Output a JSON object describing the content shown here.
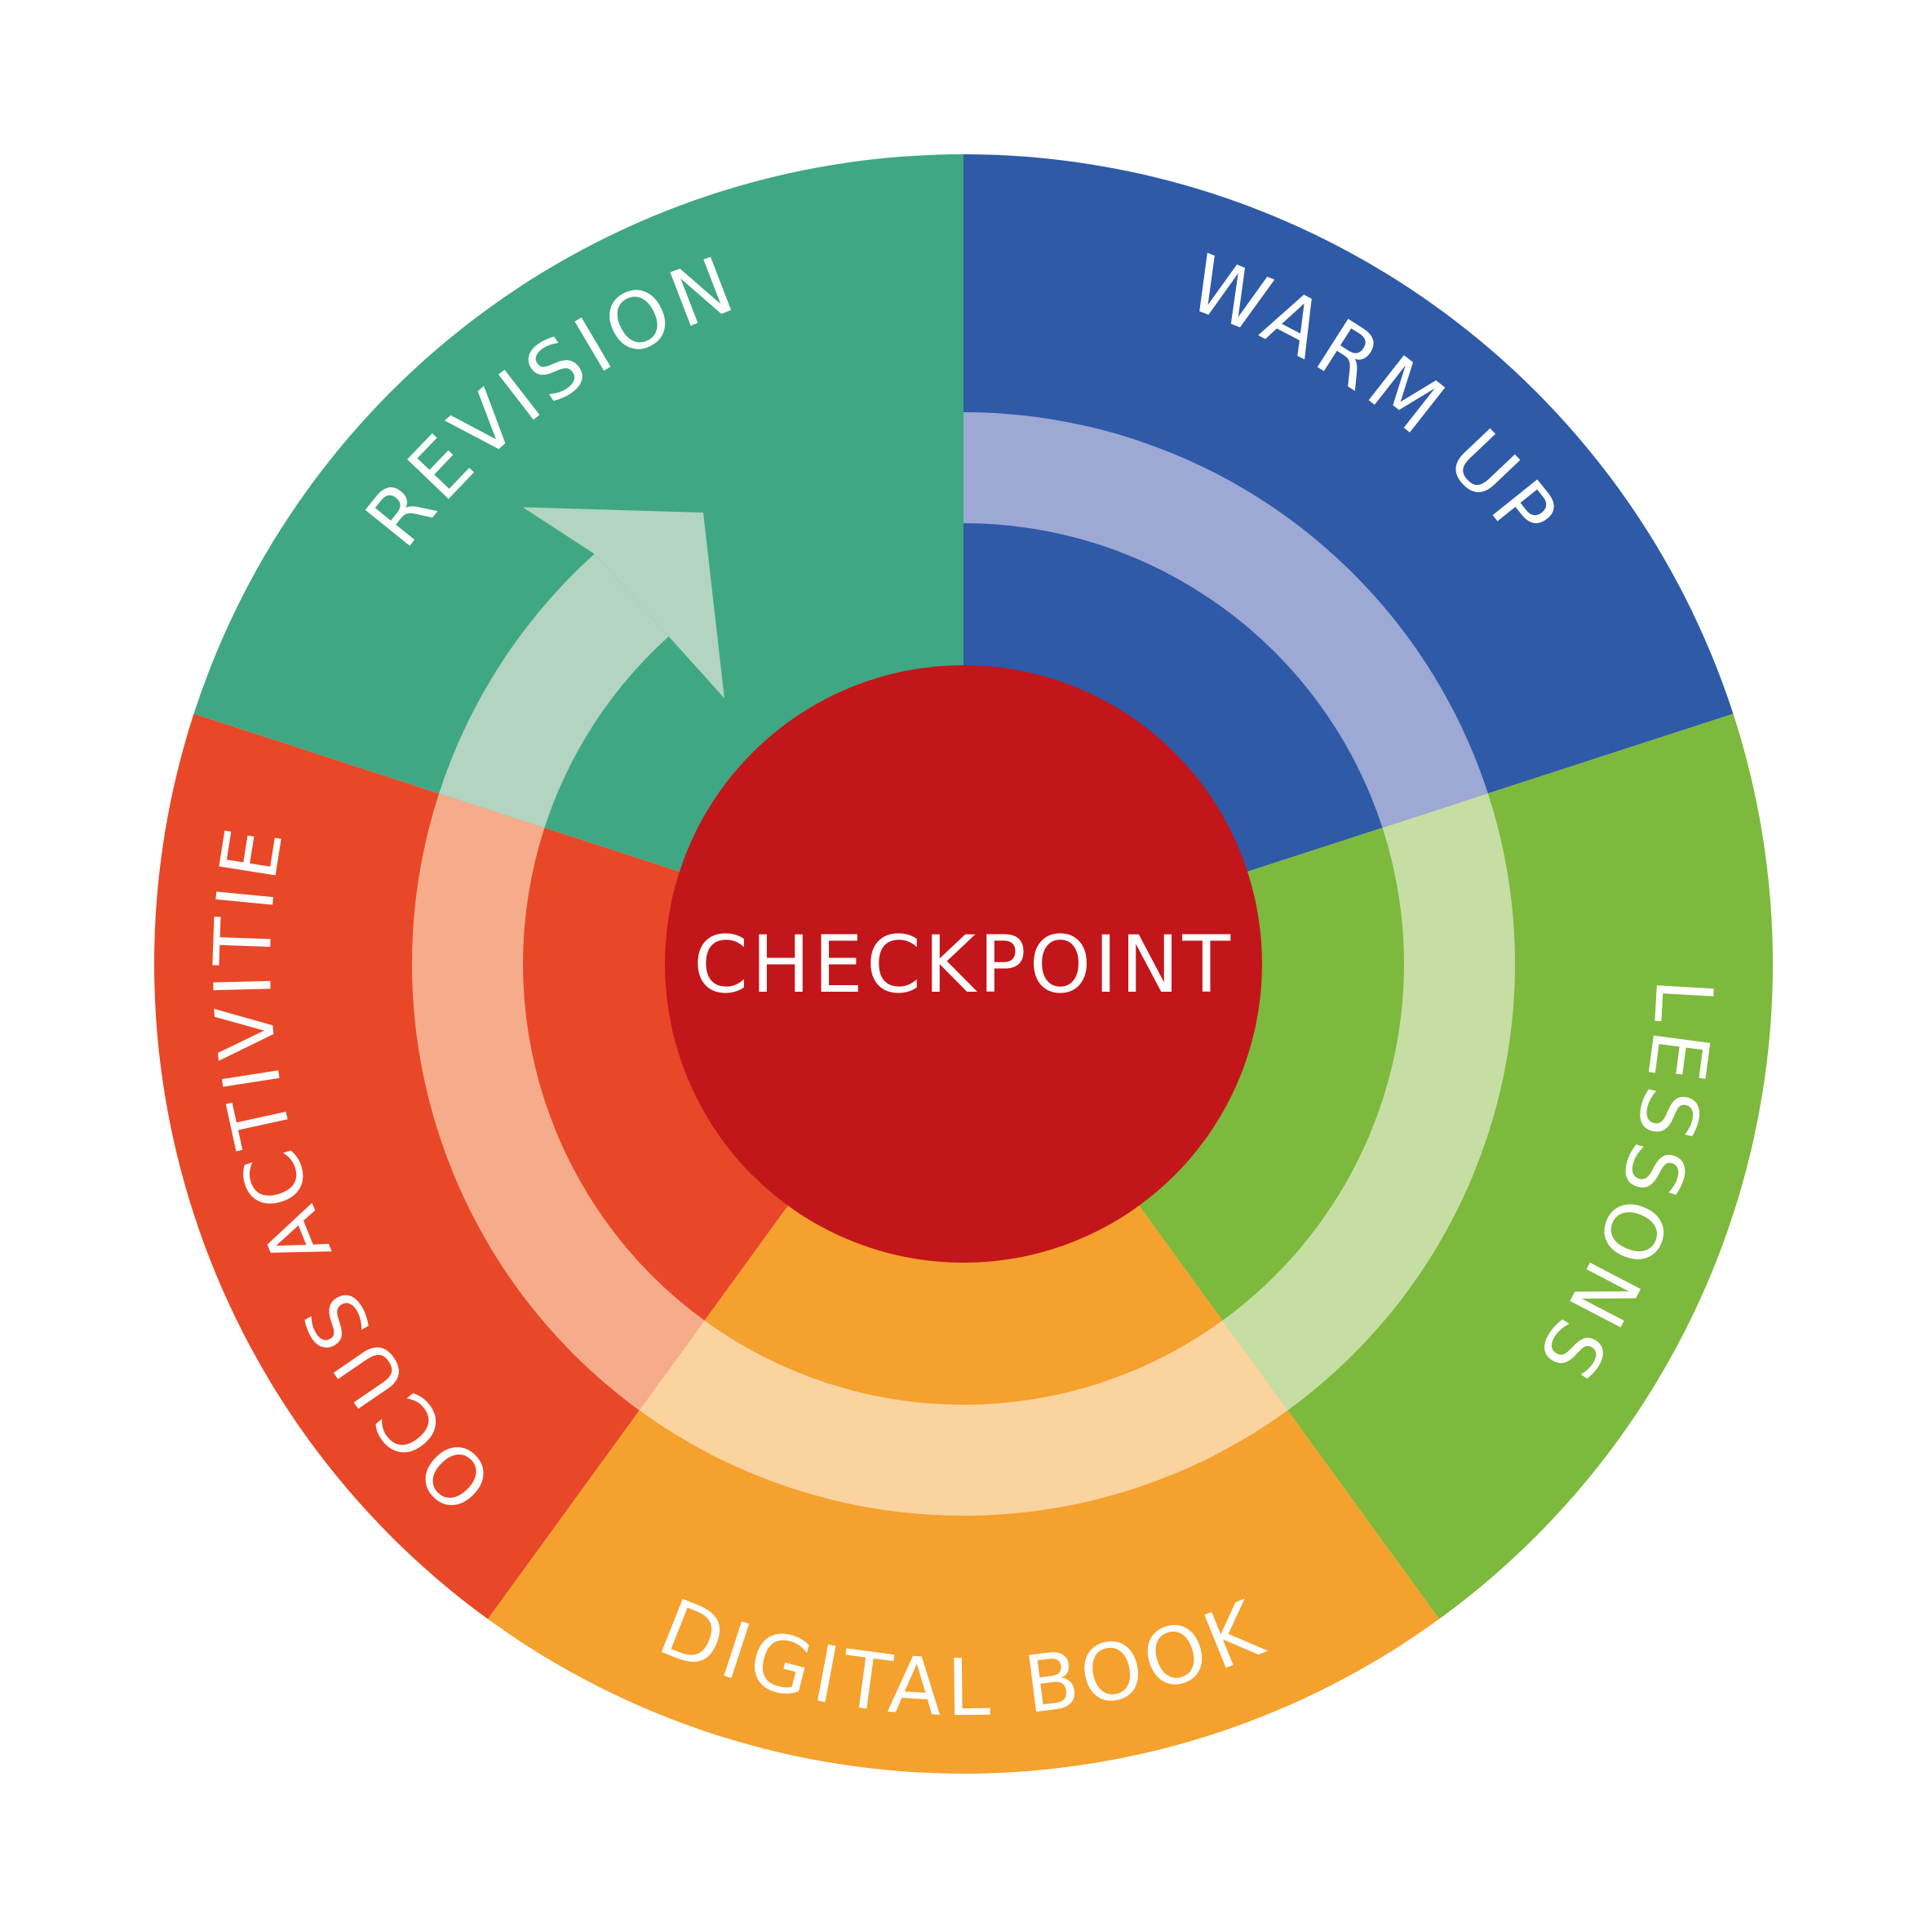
{
  "center": {
    "label": "CHECKPOINT",
    "color": "#C3161A"
  },
  "segments": [
    {
      "id": "warm-up",
      "label": "WARM UP",
      "color": "#2E5AA7",
      "band_color": "#9EA8D5"
    },
    {
      "id": "lessons",
      "label": "LESSONS",
      "color": "#7DB93D",
      "band_color": "#C6DEA3"
    },
    {
      "id": "digital-book",
      "label": "DIGITAL BOOK",
      "color": "#F4A12E",
      "band_color": "#FAD39E"
    },
    {
      "id": "focus-activities",
      "label": "FOCUS ACTIVITIES",
      "color": "#E84827",
      "band_color": "#F6AC8B"
    },
    {
      "id": "revision",
      "label": "REVISION",
      "color": "#3FA783",
      "band_color": "#B2D4C1"
    }
  ],
  "label_color": "#FFFFFF"
}
